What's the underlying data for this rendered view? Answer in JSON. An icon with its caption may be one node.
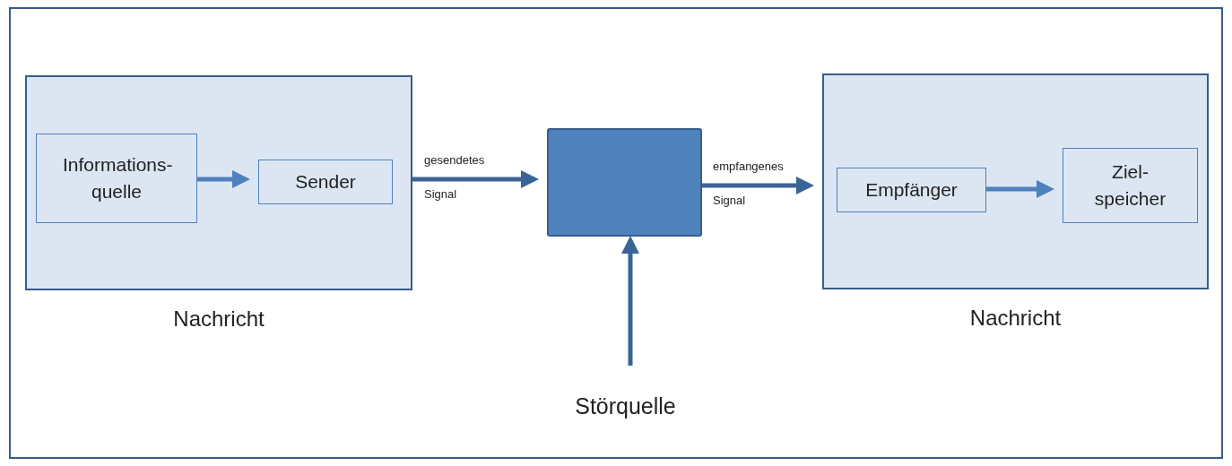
{
  "diagram": {
    "nodes": [
      {
        "text": [
          "Nachricht"
        ]
      },
      {
        "text": [
          "Informations- quelle"
        ],
        "in": 0
      },
      {
        "text": [
          "Sender"
        ],
        "in": 0
      },
      {
        "text": [],
        "shape": "box"
      },
      {
        "text": [
          "Nachricht"
        ]
      },
      {
        "text": [
          "Empfänger"
        ],
        "in": 4
      },
      {
        "text": [
          "Ziel- speicher"
        ],
        "in": 4
      },
      {
        "text": [
          "Störquelle"
        ]
      }
    ],
    "edges": [
      {
        "from": 1,
        "to": 2,
        "arrow": "to",
        "color": "#4f81bd"
      },
      {
        "from": 0,
        "to": 3,
        "arrow": "to",
        "label": "gesendetes Signal"
      },
      {
        "from": 3,
        "to": 4,
        "arrow": "to",
        "label": "empfangenes Signal"
      },
      {
        "from": 5,
        "to": 6,
        "arrow": "to",
        "color": "#4f81bd"
      },
      {
        "from": 7,
        "to": 3,
        "arrow": "to"
      }
    ]
  }
}
